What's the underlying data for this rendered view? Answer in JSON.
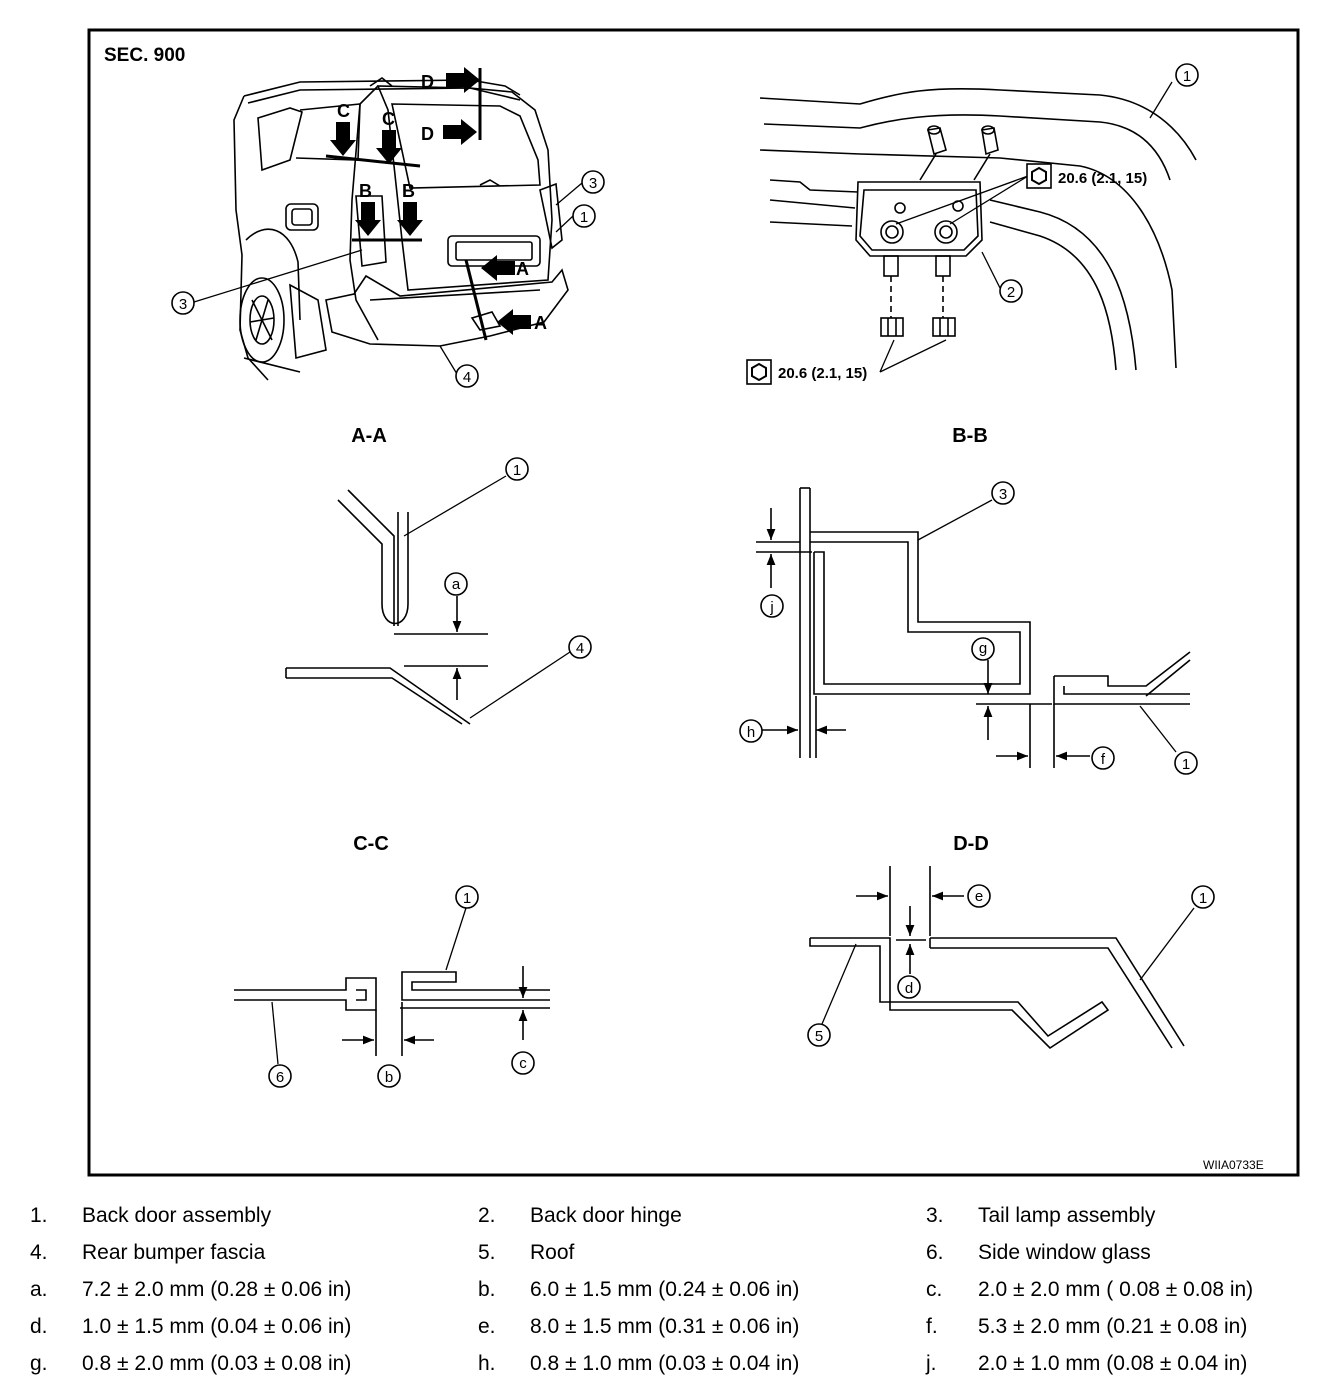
{
  "diagram": {
    "section": "SEC. 900",
    "figure_code": "WIIA0733E",
    "torque": "20.6 (2.1, 15)",
    "section_titles": {
      "aa": "A-A",
      "bb": "B-B",
      "cc": "C-C",
      "dd": "D-D"
    },
    "arrow_letters": {
      "a": "A",
      "b": "B",
      "c": "C",
      "d": "D"
    },
    "part_numbers": {
      "p1": "1",
      "p2": "2",
      "p3": "3",
      "p4": "4",
      "p5": "5",
      "p6": "6"
    },
    "dimension_letters": {
      "a": "a",
      "b": "b",
      "c": "c",
      "d": "d",
      "e": "e",
      "f": "f",
      "g": "g",
      "h": "h",
      "j": "j"
    }
  },
  "legend": {
    "rows": [
      [
        {
          "key": "1.",
          "text": "Back door assembly"
        },
        {
          "key": "2.",
          "text": "Back door hinge"
        },
        {
          "key": "3.",
          "text": "Tail lamp assembly"
        }
      ],
      [
        {
          "key": "4.",
          "text": "Rear bumper fascia"
        },
        {
          "key": "5.",
          "text": "Roof"
        },
        {
          "key": "6.",
          "text": "Side window glass"
        }
      ],
      [
        {
          "key": "a.",
          "text": "7.2 ± 2.0 mm (0.28 ± 0.06 in)"
        },
        {
          "key": "b.",
          "text": "6.0 ± 1.5 mm (0.24 ± 0.06 in)"
        },
        {
          "key": "c.",
          "text": "2.0 ±  2.0 mm ( 0.08 ± 0.08 in)"
        }
      ],
      [
        {
          "key": "d.",
          "text": "1.0 ± 1.5 mm (0.04 ± 0.06 in)"
        },
        {
          "key": "e.",
          "text": "8.0 ± 1.5 mm (0.31 ± 0.06 in)"
        },
        {
          "key": "f.",
          "text": "5.3 ±  2.0 mm (0.21 ± 0.08 in)"
        }
      ],
      [
        {
          "key": "g.",
          "text": "0.8 ± 2.0 mm (0.03 ± 0.08 in)"
        },
        {
          "key": "h.",
          "text": "0.8 ± 1.0 mm (0.03 ± 0.04 in)"
        },
        {
          "key": "j.",
          "text": "2.0 ± 1.0 mm (0.08 ±  0.04 in)"
        }
      ]
    ]
  }
}
